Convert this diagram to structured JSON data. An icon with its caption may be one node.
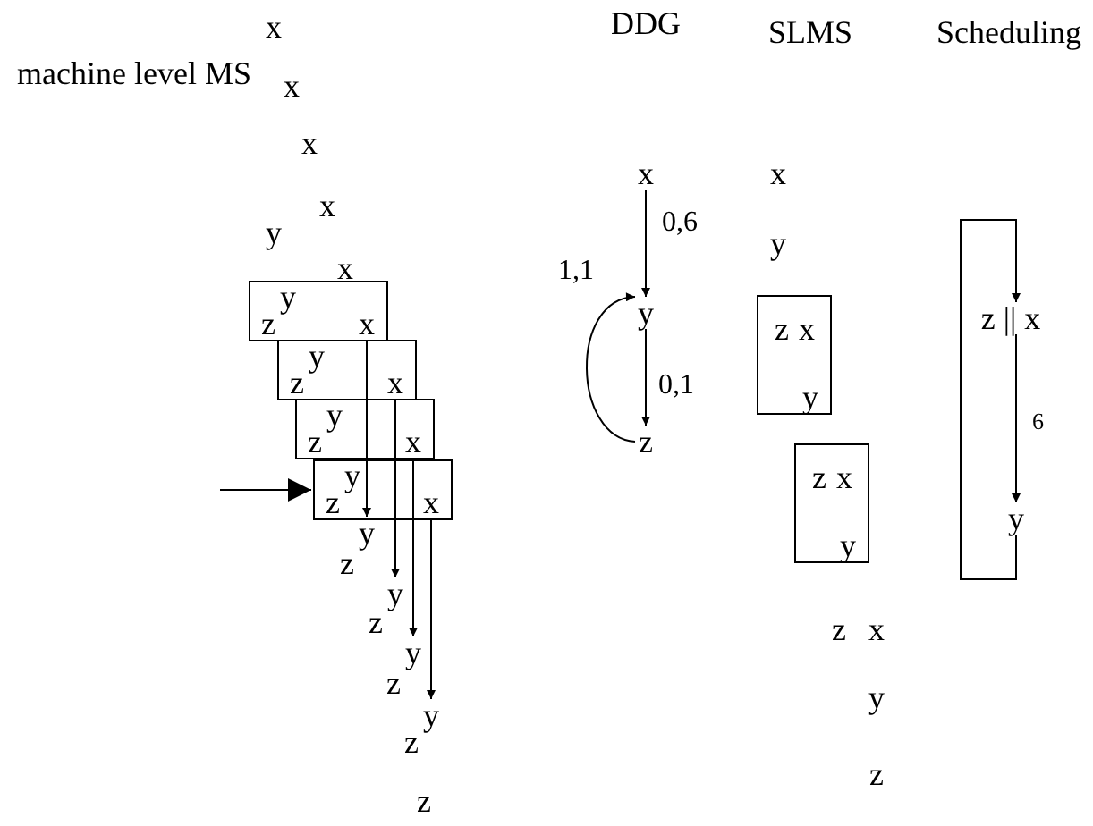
{
  "diagram": {
    "nodes": [
      {
        "text": [
          "x"
        ]
      },
      {
        "text": [
          "x"
        ]
      },
      {
        "text": [
          "x"
        ]
      },
      {
        "text": [
          "x"
        ]
      },
      {
        "text": [
          "y"
        ]
      },
      {
        "text": [
          "x"
        ]
      },
      {
        "text": [],
        "shape": "box"
      },
      {
        "text": [
          "y"
        ],
        "in": 6
      },
      {
        "text": [
          "z"
        ],
        "in": 6
      },
      {
        "text": [
          "x"
        ],
        "in": 6
      },
      {
        "text": [],
        "shape": "box"
      },
      {
        "text": [
          "y"
        ],
        "in": 10
      },
      {
        "text": [
          "z"
        ],
        "in": 10
      },
      {
        "text": [
          "x"
        ],
        "in": 10
      },
      {
        "text": [],
        "shape": "box"
      },
      {
        "text": [
          "y"
        ],
        "in": 14
      },
      {
        "text": [
          "z"
        ],
        "in": 14
      },
      {
        "text": [
          "x"
        ],
        "in": 14
      },
      {
        "text": [],
        "shape": "box"
      },
      {
        "text": [
          "y"
        ],
        "in": 18
      },
      {
        "text": [
          "z"
        ],
        "in": 18
      },
      {
        "text": [
          "x"
        ],
        "in": 18
      },
      {
        "text": [
          "y"
        ]
      },
      {
        "text": [
          "z"
        ]
      },
      {
        "text": [
          "y"
        ]
      },
      {
        "text": [
          "z"
        ]
      },
      {
        "text": [
          "y"
        ]
      },
      {
        "text": [
          "z"
        ]
      },
      {
        "text": [
          "y"
        ]
      },
      {
        "text": [
          "z"
        ]
      },
      {
        "text": [
          "z"
        ]
      },
      {
        "text": [
          "x"
        ]
      },
      {
        "text": [
          "y"
        ]
      },
      {
        "text": [
          "z"
        ]
      },
      {
        "text": [
          "x"
        ]
      },
      {
        "text": [
          "y"
        ]
      },
      {
        "text": [],
        "shape": "box"
      },
      {
        "text": [
          "z"
        ],
        "in": 36
      },
      {
        "text": [
          "x"
        ],
        "in": 36
      },
      {
        "text": [
          "y"
        ],
        "in": 36
      },
      {
        "text": [],
        "shape": "box"
      },
      {
        "text": [
          "z"
        ],
        "in": 40
      },
      {
        "text": [
          "x"
        ],
        "in": 40
      },
      {
        "text": [
          "y"
        ],
        "in": 40
      },
      {
        "text": [
          "z"
        ]
      },
      {
        "text": [
          "x"
        ]
      },
      {
        "text": [
          "y"
        ]
      },
      {
        "text": [
          "z"
        ]
      },
      {
        "text": [
          "z || x"
        ]
      },
      {
        "text": [
          "y"
        ]
      }
    ],
    "edges": [
      {
        "from": 9,
        "to": 22,
        "arrow": "to"
      },
      {
        "from": 13,
        "to": 24,
        "arrow": "to"
      },
      {
        "from": 17,
        "to": 26,
        "arrow": "to"
      },
      {
        "from": 21,
        "to": 28,
        "arrow": "to"
      },
      {
        "from": null,
        "to": 18,
        "arrow": "to"
      },
      {
        "from": 31,
        "to": 32,
        "arrow": "to",
        "label": "0,6"
      },
      {
        "from": 32,
        "to": 33,
        "arrow": "to",
        "label": "0,1"
      },
      {
        "from": 33,
        "to": 32,
        "arrow": "to",
        "label": "1,1"
      },
      {
        "from": 49,
        "to": 48,
        "arrow": "to"
      },
      {
        "from": 48,
        "to": 49,
        "arrow": "to",
        "label": "6"
      }
    ],
    "labels": [
      "DDG",
      "SLMS",
      "Scheduling",
      "machine level MS"
    ]
  }
}
